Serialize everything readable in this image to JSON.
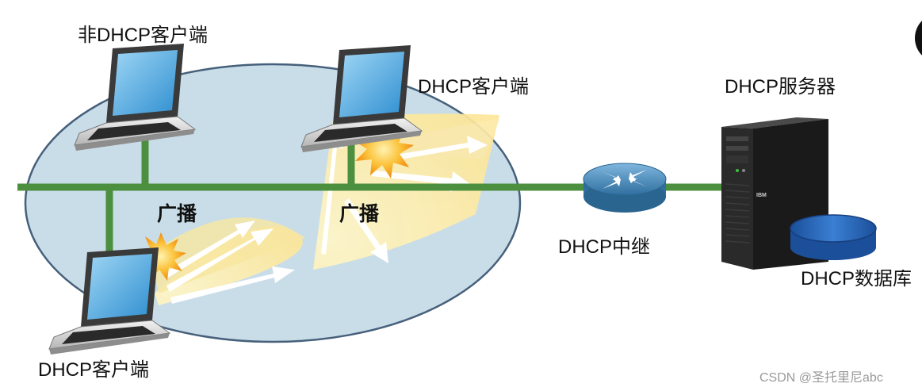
{
  "labels": {
    "non_dhcp_client": "非DHCP客户端",
    "dhcp_client_top": "DHCP客户端",
    "dhcp_client_bottom": "DHCP客户端",
    "broadcast_left": "广播",
    "broadcast_right": "广播",
    "dhcp_relay": "DHCP中继",
    "dhcp_server": "DHCP服务器",
    "dhcp_database": "DHCP数据库",
    "server_brand": "IBM"
  },
  "watermark": "CSDN @圣托里尼abc",
  "colors": {
    "lan_fill": "#c9dde9",
    "lan_edge": "#46607a",
    "cable": "#4c8f3e",
    "broadcast": "#fde79a",
    "burst": "#f7a21a",
    "router": "#4f8fc0",
    "server": "#1f1f1f",
    "database": "#2060b5"
  },
  "icons": [
    "laptop-icon",
    "router-icon",
    "server-tower-icon",
    "database-icon",
    "broadcast-burst-icon"
  ]
}
